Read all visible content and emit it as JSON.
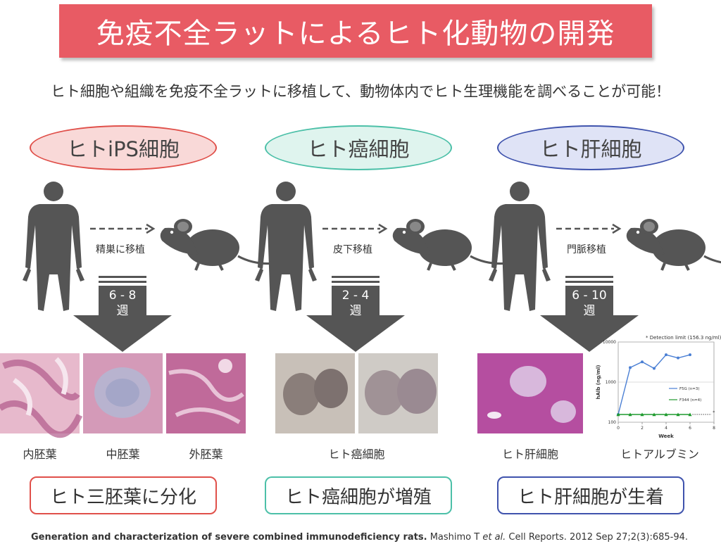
{
  "title": "免疫不全ラットによるヒト化動物の開発",
  "subtitle": "ヒト細胞や組織を免疫不全ラットに移植して、動物体内でヒト生理機能を調べることが可能！",
  "columns": [
    {
      "heading": "ヒトiPS細胞",
      "route": "精巣に移植",
      "weeks": "6 - 8",
      "weeks_unit": "週",
      "captions": [
        "内胚葉",
        "中胚葉",
        "外胚葉"
      ],
      "result": "ヒト三胚葉に分化",
      "color": "#e0504a",
      "fill": "#f9d9d8"
    },
    {
      "heading": "ヒト癌細胞",
      "route": "皮下移植",
      "weeks": "2 - 4",
      "weeks_unit": "週",
      "captions": [
        "ヒト癌細胞"
      ],
      "result": "ヒト癌細胞が増殖",
      "color": "#4cc0a8",
      "fill": "#dff4ee"
    },
    {
      "heading": "ヒト肝細胞",
      "route": "門脈移植",
      "weeks": "6 - 10",
      "weeks_unit": "週",
      "captions": [
        "ヒト肝細胞",
        "ヒトアルブミン"
      ],
      "result": "ヒト肝細胞が生着",
      "color": "#3f53ad",
      "fill": "#dfe3f6"
    }
  ],
  "icons": [
    "human-silhouette-icon",
    "rat-icon",
    "dashed-arrow-icon",
    "down-arrow-icon"
  ],
  "chart_data": {
    "type": "line",
    "title": "* Detection limit (156.3 ng/ml)",
    "xlabel": "Week",
    "ylabel": "hAlb (ng/ml)",
    "x_ticks": [
      0,
      2,
      4,
      6,
      8
    ],
    "y_ticks": [
      100,
      1000,
      10000
    ],
    "ylim": [
      100,
      10000
    ],
    "xlim": [
      0,
      8
    ],
    "yscale": "log",
    "detection_limit": 156.3,
    "x": [
      0,
      1,
      2,
      3,
      4,
      5,
      6
    ],
    "series": [
      {
        "name": "F5G (n=3)",
        "values": [
          156,
          2300,
          3200,
          2200,
          4800,
          4000,
          4800
        ],
        "color": "#4a7fd4",
        "marker": "circle"
      },
      {
        "name": "F344 (n=4)",
        "values": [
          156,
          156,
          156,
          156,
          156,
          156,
          156
        ],
        "color": "#1f9a2e",
        "marker": "triangle"
      }
    ],
    "annotation": "*"
  },
  "reference": {
    "title": "Generation and characterization of severe combined immunodeficiency rats.",
    "authors_pre": "Mashimo T ",
    "authors_etal": "et al.",
    "journal": " Cell Reports. 2012 Sep 27;2(3):685-94."
  }
}
